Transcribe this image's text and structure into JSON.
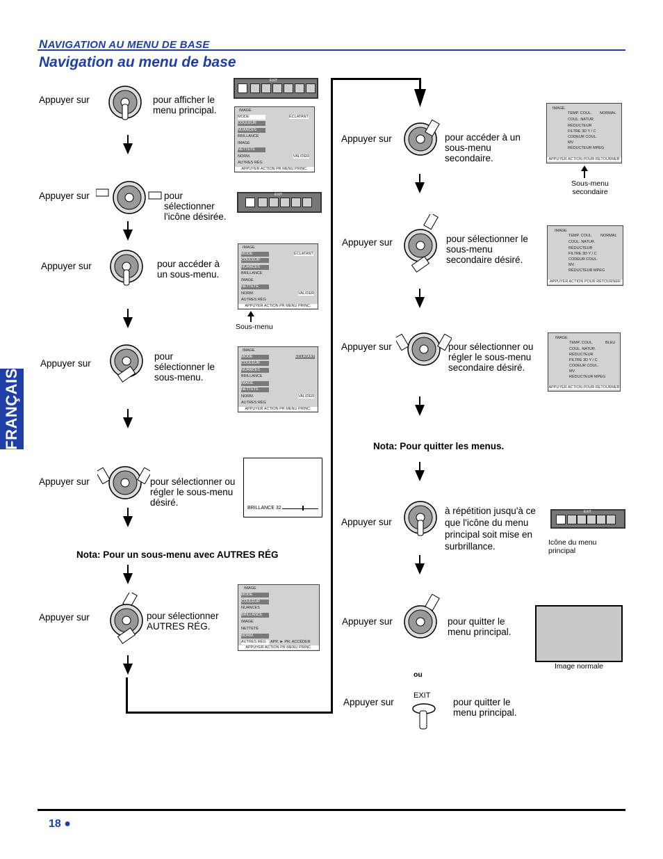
{
  "header": {
    "section_first": "N",
    "section_rest": "AVIGATION AU MENU DE BASE",
    "title": "Navigation au menu de base"
  },
  "side_tab": "FRANÇAIS",
  "footer": {
    "page": "18 ●"
  },
  "left_steps": [
    {
      "label": "Appuyer sur",
      "desc": "pour afficher le menu principal."
    },
    {
      "label": "Appuyer sur",
      "desc": "pour sélectionner l'icône désirée."
    },
    {
      "label": "Appuyer sur",
      "desc": "pour accéder à un sous-menu."
    },
    {
      "label": "Appuyer sur",
      "desc": "pour sélectionner le sous-menu."
    },
    {
      "label": "Appuyer sur",
      "desc": "pour sélectionner ou régler le sous-menu désiré."
    },
    {
      "label": "Appuyer sur",
      "desc": "pour sélectionner AUTRES RÉG."
    }
  ],
  "right_steps": [
    {
      "label": "Appuyer sur",
      "desc": "pour accéder à un sous-menu secondaire."
    },
    {
      "label": "Appuyer sur",
      "desc": "pour sélectionner le sous-menu secondaire désiré."
    },
    {
      "label": "Appuyer sur",
      "desc": "pour sélectionner ou régler le sous-menu secondaire désiré."
    },
    {
      "label": "Appuyer sur",
      "desc": "à répétition jusqu'à ce que l'icône du menu principal soit mise en surbrillance."
    },
    {
      "label": "Appuyer sur",
      "desc": "pour quitter le menu principal."
    },
    {
      "label": "Appuyer sur",
      "desc": "pour quitter le menu principal."
    }
  ],
  "notes": {
    "autres_reg": "Nota: Pour un sous-menu avec AUTRES RÉG",
    "quit": "Nota: Pour quitter les menus."
  },
  "captions": {
    "sous_menu": "Sous-menu",
    "sous_menu_secondaire": "Sous-menu secondaire",
    "icone_menu": "Icône du menu principal",
    "image_normale": "Image normale",
    "ou": "ou",
    "exit": "EXIT"
  },
  "menu_image": {
    "title": "IMAGE",
    "rows": [
      "MODE",
      "COULEUR",
      "NUANCES",
      "BRILLANCE",
      "IMAGE",
      "NETTETÉ",
      "NORM.",
      "AUTRES RÉG"
    ],
    "mode_value": "ÉCLATANT",
    "valider": "VALIDER",
    "footer": "APPUYER ACTION PR MENU PRINC."
  },
  "menu_autres": {
    "title": "IMAGE",
    "rows": [
      "MODE",
      "COULEUR",
      "NUANCES",
      "BRILLANCE",
      "IMAGE",
      "NETTETÉ",
      "NORM."
    ],
    "last": "AUTRES RÉG",
    "last_hint": "APP.  ► PR. ACCÉDER",
    "footer": "APPUYER ACTION PR MENU PRINC."
  },
  "menu_secondary": {
    "title": "IMAGE",
    "rows": [
      "TEMP. COUL.",
      "COUL. NATUR.",
      "RÉDUCTEUR",
      "FILTRE 3D Y / C",
      "CODEUR COUL.",
      "MV",
      "RÉDUCTEUR MPEG"
    ],
    "temp_value": "NORMAL",
    "temp_value_blue": "BLEU",
    "footer": "APPUYER ACTION POUR RETOURNER"
  },
  "brillance": {
    "text": "BRILLANCE 32"
  },
  "iconbar": {
    "exit": "EXIT"
  }
}
